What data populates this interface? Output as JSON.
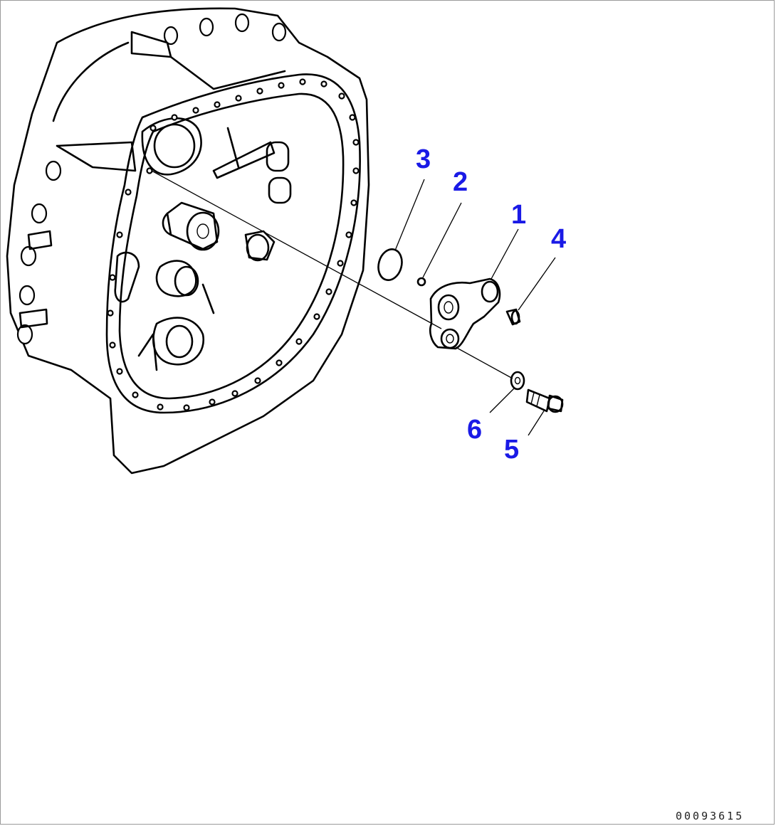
{
  "diagram": {
    "callouts": [
      {
        "id": "1",
        "label": "1"
      },
      {
        "id": "2",
        "label": "2"
      },
      {
        "id": "3",
        "label": "3"
      },
      {
        "id": "4",
        "label": "4"
      },
      {
        "id": "5",
        "label": "5"
      },
      {
        "id": "6",
        "label": "6"
      }
    ],
    "reference_code": "00093615",
    "colors": {
      "callout": "#1a1ae6",
      "line": "#000000",
      "background": "#ffffff"
    }
  }
}
